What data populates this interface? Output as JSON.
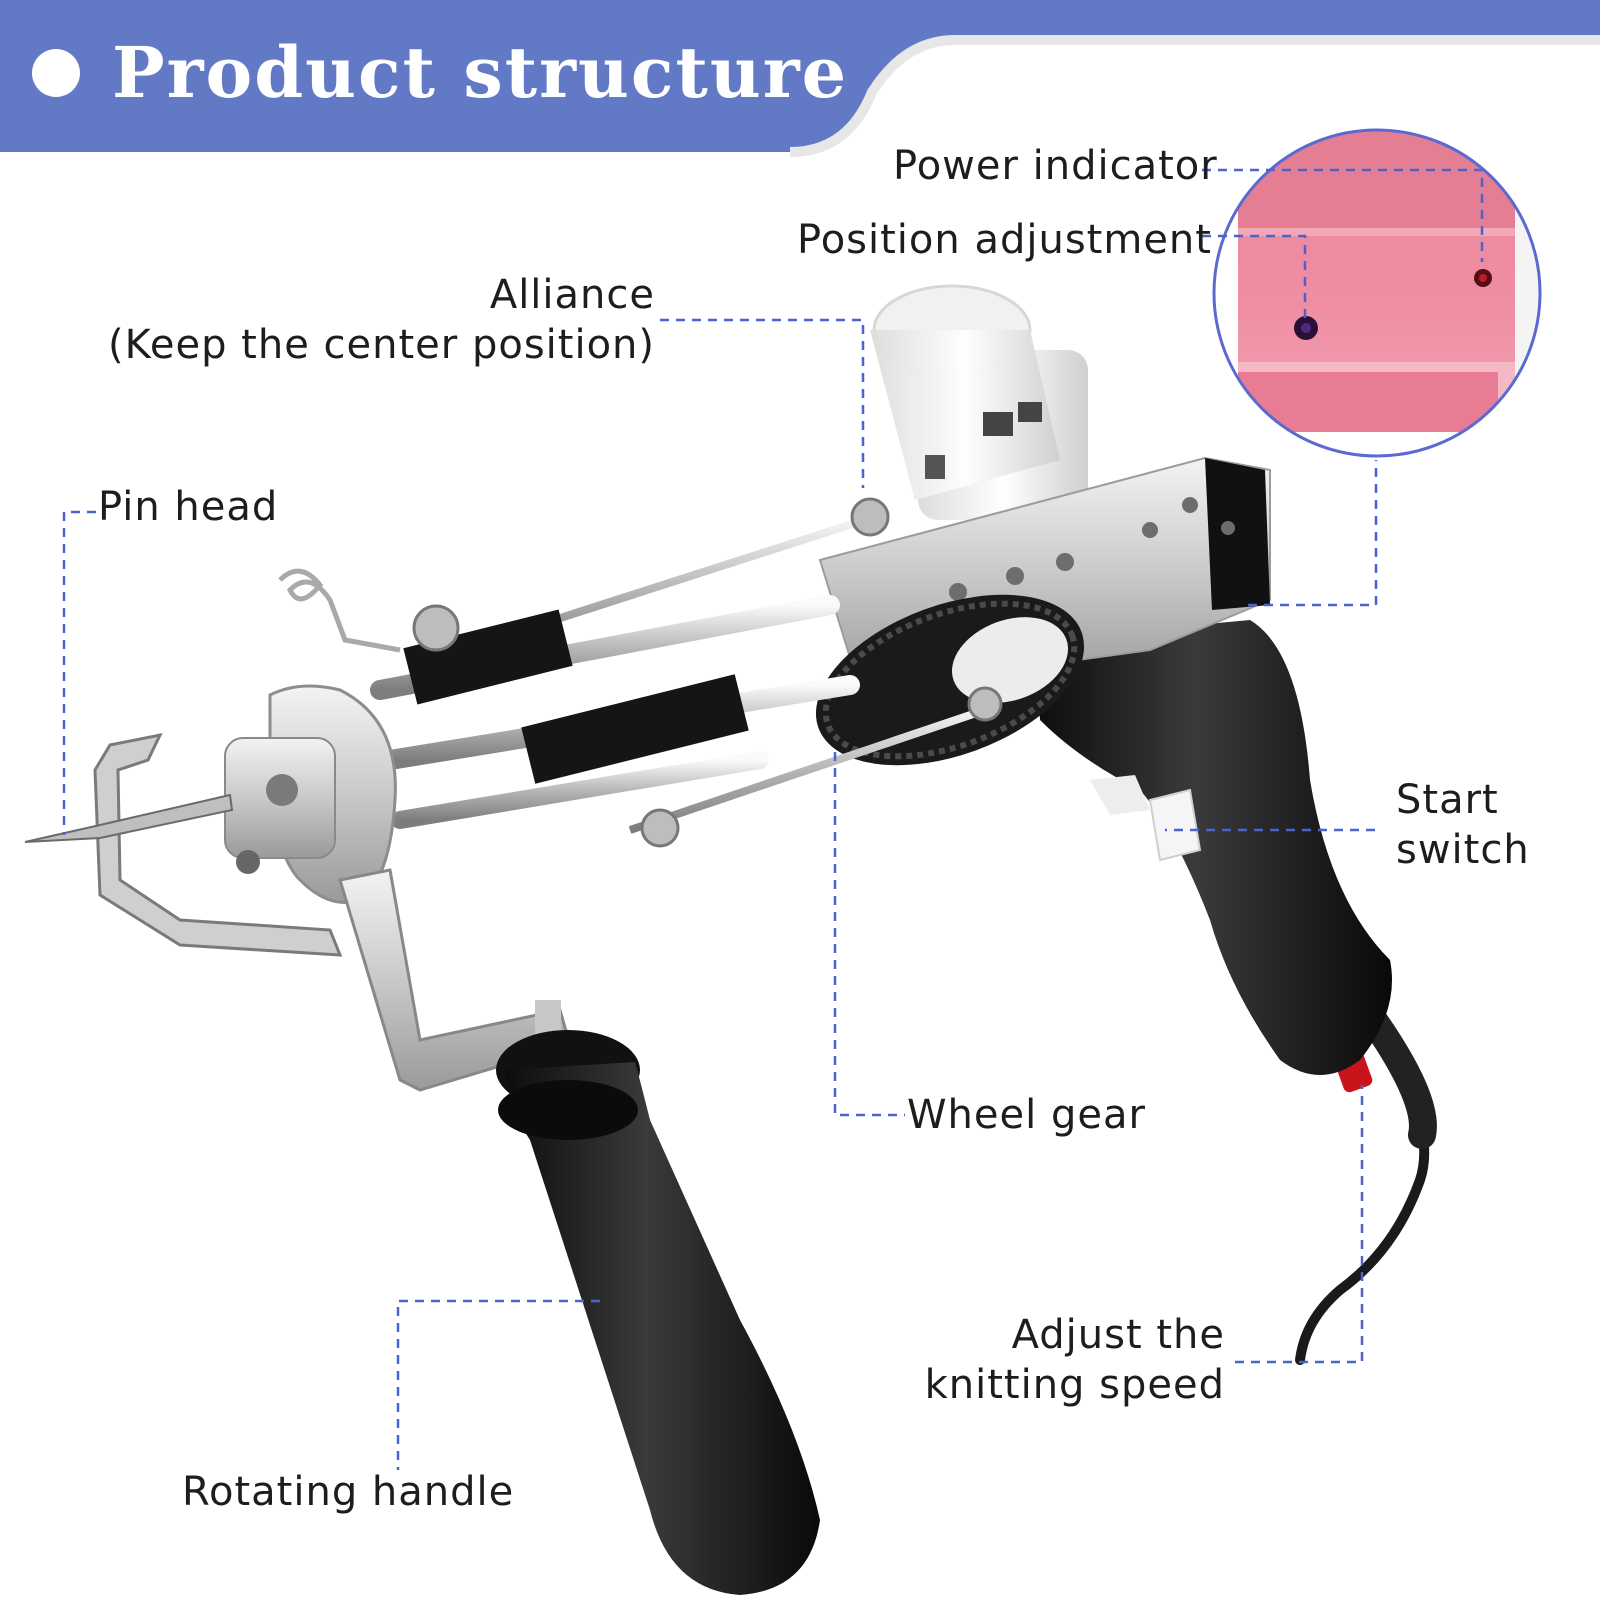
{
  "header": {
    "title": "Product structure",
    "bullet_icon": "bullet-dot-icon",
    "band_color": "#6279c6"
  },
  "accent_color": "#4a63cf",
  "callouts": {
    "power_indicator": "Power indicator",
    "position_adjustment": "Position adjustment",
    "alliance": [
      "Alliance",
      "(Keep the center position)"
    ],
    "pin_head": "Pin head",
    "start_switch": [
      "Start",
      "switch"
    ],
    "wheel_gear": "Wheel gear",
    "adjust_speed": [
      "Adjust the",
      "knitting speed"
    ],
    "rotating_handle": "Rotating handle"
  },
  "product_image": "tufting-gun-photo"
}
